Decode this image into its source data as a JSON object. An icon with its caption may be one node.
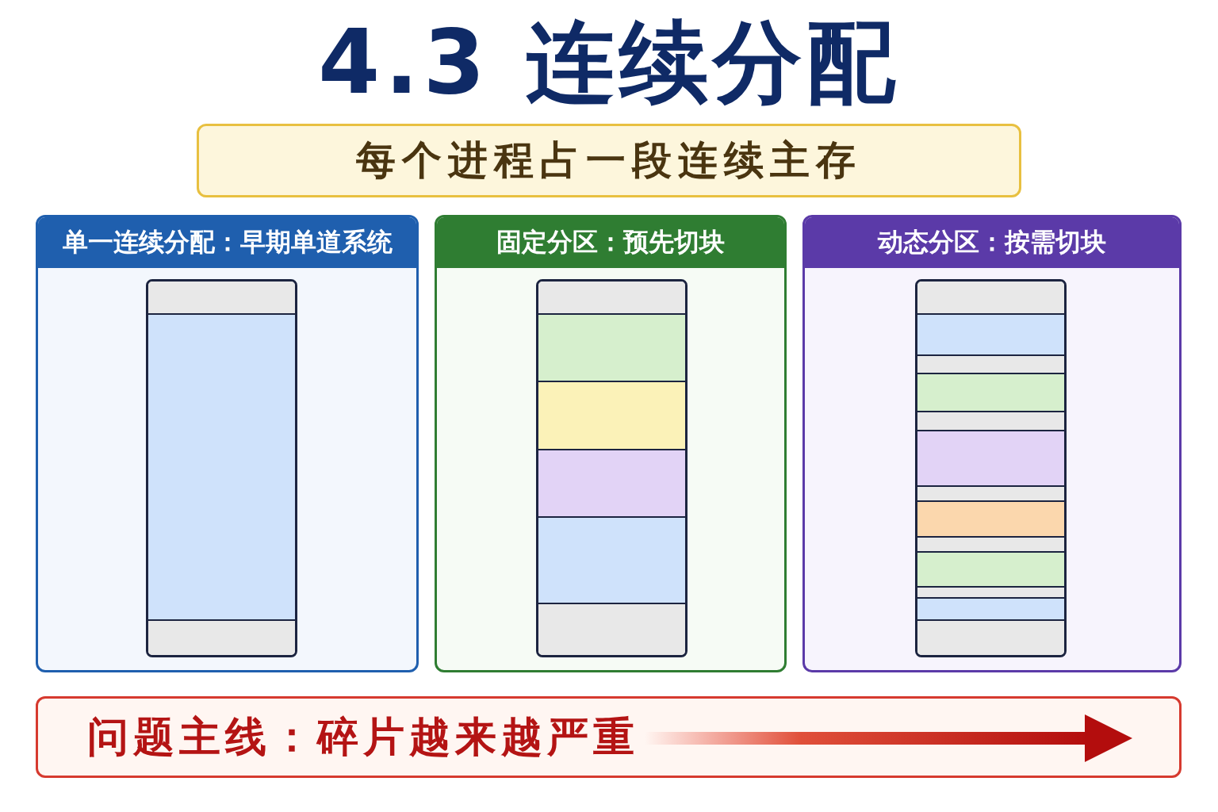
{
  "diagram": {
    "title": "4.3 连续分配",
    "nodes": [
      {
        "text": [
          "每个进程占一段连续主存"
        ]
      },
      {
        "text": [
          "单一连续分配：早期单道系统"
        ]
      },
      {
        "text": [
          "固定分区：预先切块"
        ]
      },
      {
        "text": [
          "动态分区：按需切块"
        ]
      },
      {
        "text": [
          "问题主线：碎片越来越严重"
        ]
      }
    ]
  }
}
